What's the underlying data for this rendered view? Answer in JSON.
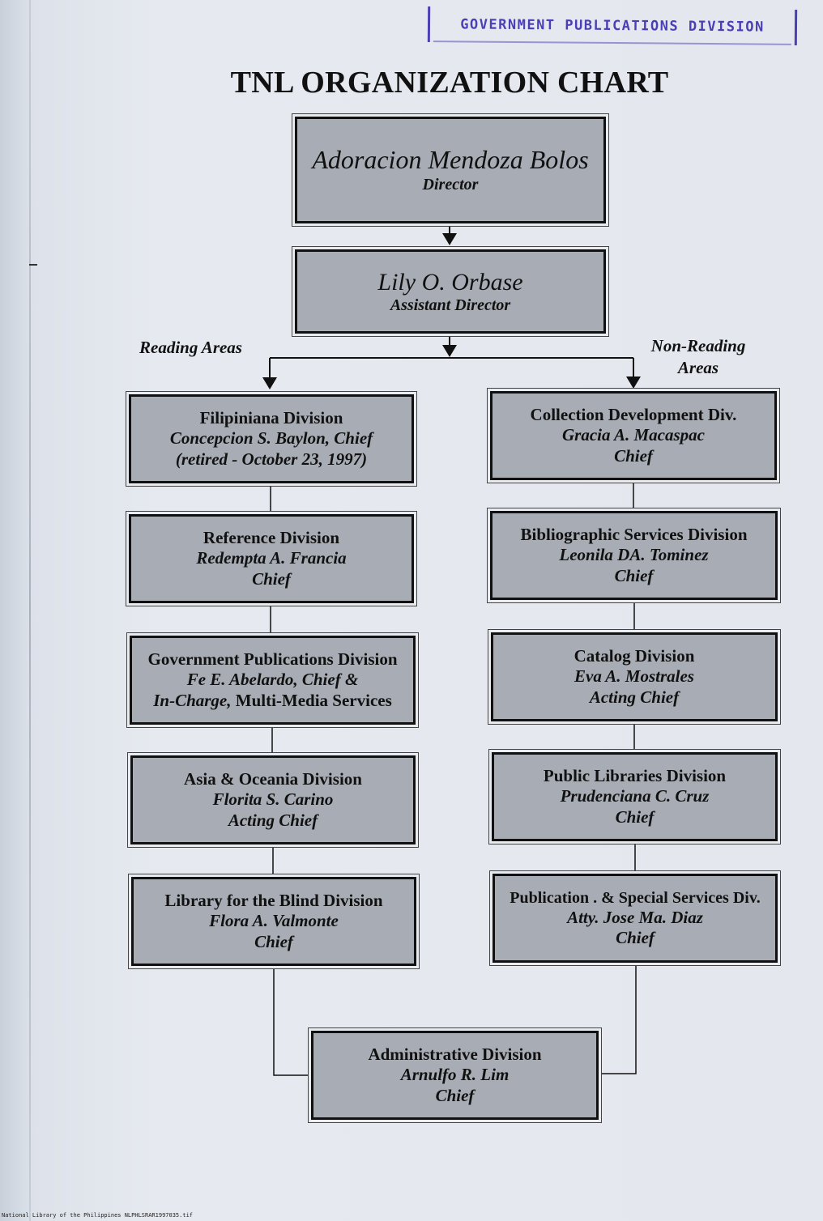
{
  "stamp_text": "GOVERNMENT PUBLICATIONS DIVISION",
  "title": "TNL ORGANIZATION CHART",
  "director": {
    "name": "Adoracion Mendoza Bolos",
    "role": "Director"
  },
  "assistant_director": {
    "name": "Lily O. Orbase",
    "role": "Assistant Director"
  },
  "reading_areas_label": "Reading Areas",
  "non_reading_areas_label": {
    "line1": "Non-Reading",
    "line2": "Areas"
  },
  "reading_divisions": [
    {
      "division": "Filipiniana Division",
      "line2": "Concepcion S. Baylon, Chief",
      "line3": "(retired - October 23, 1997)"
    },
    {
      "division": "Reference Division",
      "line2": "Redempta A. Francia",
      "line3": "Chief"
    },
    {
      "division": "Government Publications Division",
      "line2": "Fe E. Abelardo, Chief &",
      "line3_italic": "In-Charge,",
      "line3_rest": " Multi-Media Services"
    },
    {
      "division": "Asia & Oceania Division",
      "line2": "Florita S. Carino",
      "line3": "Acting Chief"
    },
    {
      "division": "Library for the Blind Division",
      "line2": "Flora A. Valmonte",
      "line3": "Chief"
    }
  ],
  "non_reading_divisions": [
    {
      "division": "Collection Development Div.",
      "line2": "Gracia A. Macaspac",
      "line3": "Chief"
    },
    {
      "division": "Bibliographic Services Division",
      "line2": "Leonila DA. Tominez",
      "line3": "Chief"
    },
    {
      "division": "Catalog Division",
      "line2": "Eva A. Mostrales",
      "line3": "Acting Chief"
    },
    {
      "division": "Public Libraries Division",
      "line2": "Prudenciana C. Cruz",
      "line3": "Chief"
    },
    {
      "division": "Publication . & Special Services Div.",
      "line2": "Atty. Jose Ma. Diaz",
      "line3": "Chief"
    }
  ],
  "administrative": {
    "division": "Administrative Division",
    "line2": "Arnulfo R. Lim",
    "line3": "Chief"
  },
  "footer_text": "National Library of the Philippines     NLPHLSRAR1997035.tif"
}
